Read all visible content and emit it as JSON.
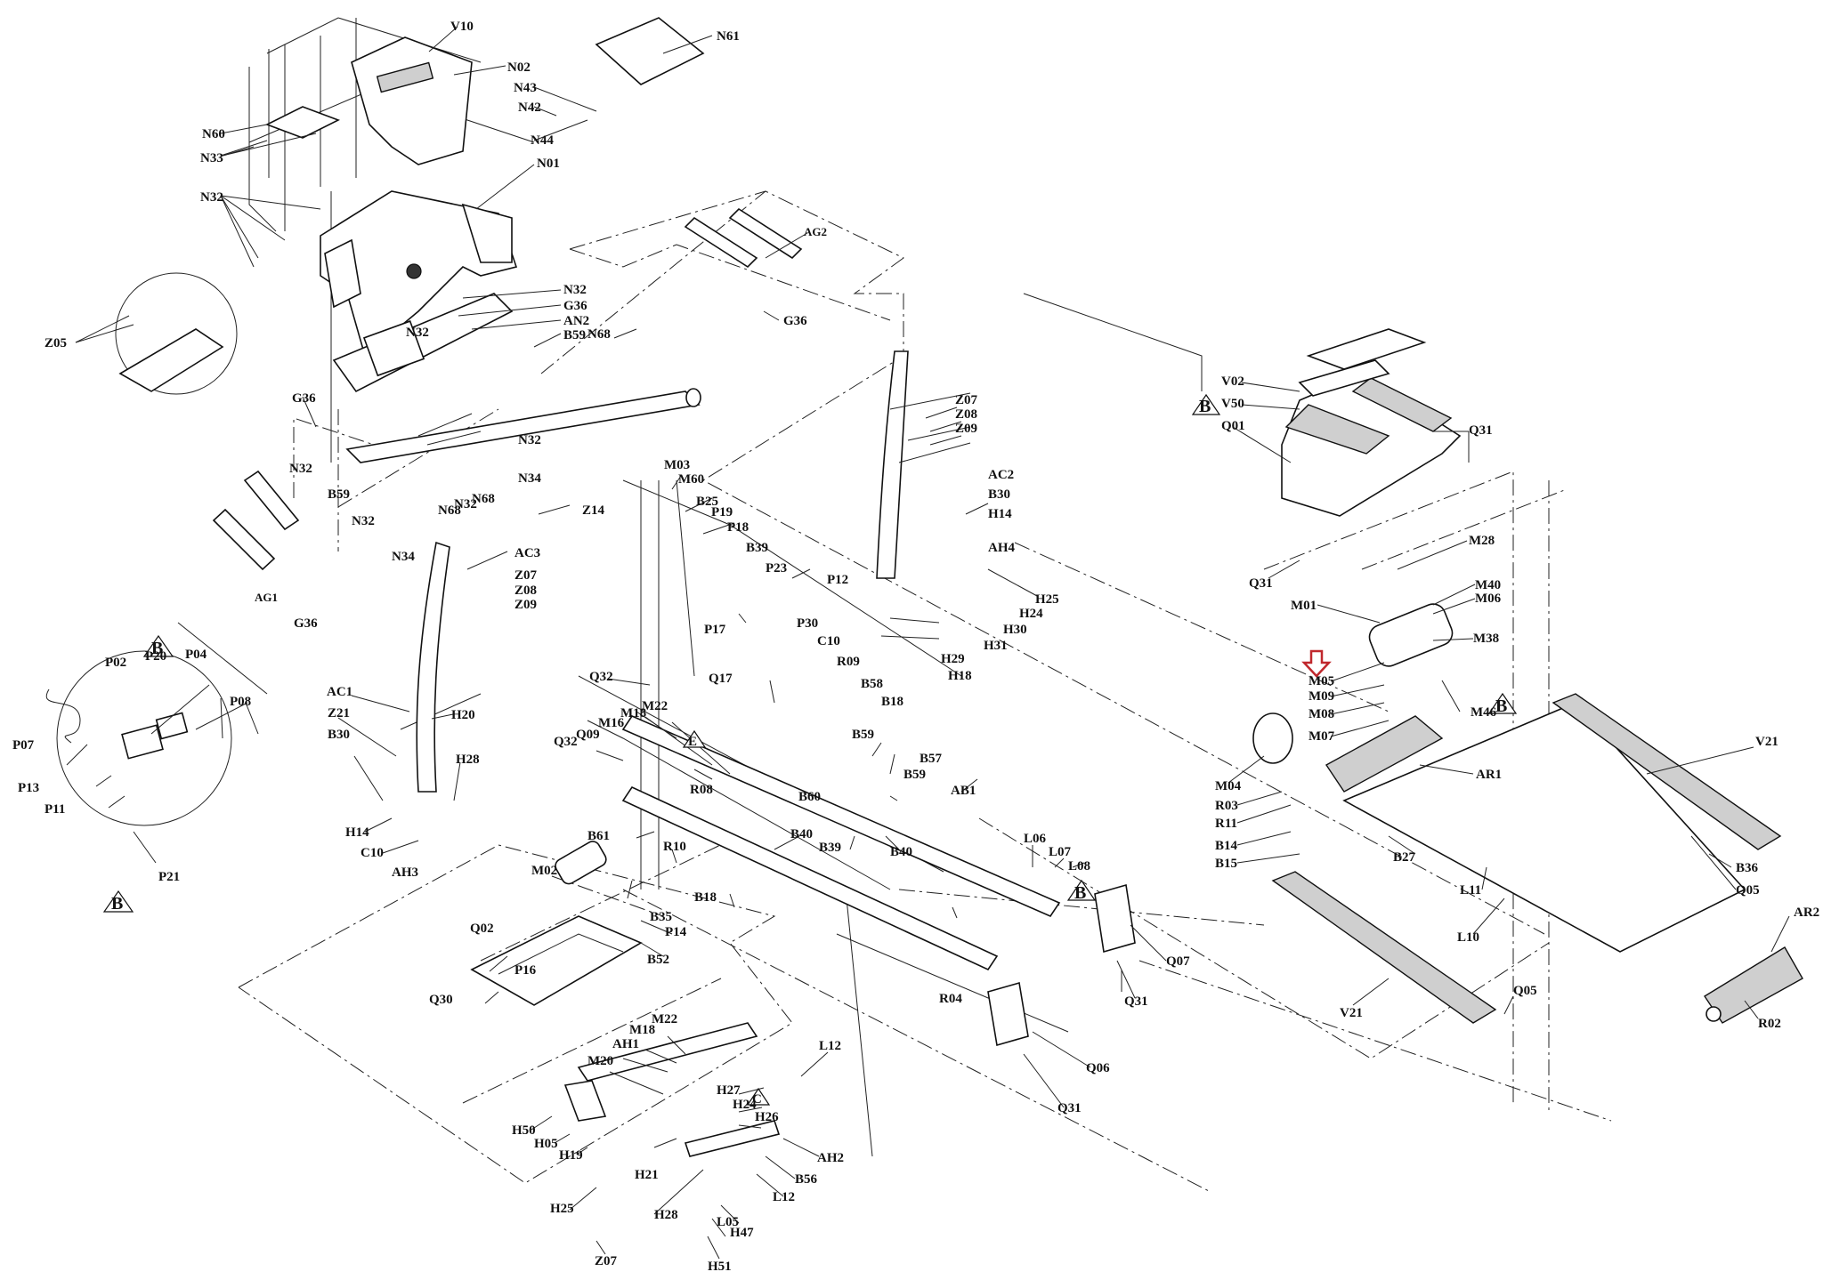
{
  "labels": [
    {
      "id": "V10",
      "text": "V10"
    },
    {
      "id": "N02",
      "text": "N02"
    },
    {
      "id": "N61",
      "text": "N61"
    },
    {
      "id": "N43",
      "text": "N43"
    },
    {
      "id": "N42",
      "text": "N42"
    },
    {
      "id": "N44",
      "text": "N44"
    },
    {
      "id": "N60",
      "text": "N60"
    },
    {
      "id": "N33",
      "text": "N33"
    },
    {
      "id": "N01",
      "text": "N01"
    },
    {
      "id": "N32a",
      "text": "N32"
    },
    {
      "id": "AG2",
      "text": "AG2"
    },
    {
      "id": "N32b",
      "text": "N32"
    },
    {
      "id": "G36a",
      "text": "G36"
    },
    {
      "id": "AN2",
      "text": "AN2"
    },
    {
      "id": "B59a",
      "text": "B59"
    },
    {
      "id": "N68a",
      "text": "N68"
    },
    {
      "id": "G36b",
      "text": "G36"
    },
    {
      "id": "Z05",
      "text": "Z05"
    },
    {
      "id": "N32c",
      "text": "N32"
    },
    {
      "id": "G36c",
      "text": "G36"
    },
    {
      "id": "N32d",
      "text": "N32"
    },
    {
      "id": "N32e",
      "text": "N32"
    },
    {
      "id": "B59b",
      "text": "B59"
    },
    {
      "id": "N32f",
      "text": "N32"
    },
    {
      "id": "N68b",
      "text": "N68"
    },
    {
      "id": "N32g",
      "text": "N32"
    },
    {
      "id": "N68c",
      "text": "N68"
    },
    {
      "id": "N34a",
      "text": "N34"
    },
    {
      "id": "N34b",
      "text": "N34"
    },
    {
      "id": "Z14",
      "text": "Z14"
    },
    {
      "id": "M03",
      "text": "M03"
    },
    {
      "id": "M60",
      "text": "M60"
    },
    {
      "id": "B25",
      "text": "B25"
    },
    {
      "id": "P19",
      "text": "P19"
    },
    {
      "id": "P18",
      "text": "P18"
    },
    {
      "id": "B39a",
      "text": "B39"
    },
    {
      "id": "P23",
      "text": "P23"
    },
    {
      "id": "P12",
      "text": "P12"
    },
    {
      "id": "P30",
      "text": "P30"
    },
    {
      "id": "P17",
      "text": "P17"
    },
    {
      "id": "C10a",
      "text": "C10"
    },
    {
      "id": "AG1",
      "text": "AG1"
    },
    {
      "id": "G36d",
      "text": "G36"
    },
    {
      "id": "AC3",
      "text": "AC3"
    },
    {
      "id": "Z07a",
      "text": "Z07"
    },
    {
      "id": "Z08a",
      "text": "Z08"
    },
    {
      "id": "Z09a",
      "text": "Z09"
    },
    {
      "id": "Z07b",
      "text": "Z07"
    },
    {
      "id": "Z08b",
      "text": "Z08"
    },
    {
      "id": "Z09b",
      "text": "Z09"
    },
    {
      "id": "AC2",
      "text": "AC2"
    },
    {
      "id": "B30a",
      "text": "B30"
    },
    {
      "id": "H14a",
      "text": "H14"
    },
    {
      "id": "AH4",
      "text": "AH4"
    },
    {
      "id": "H25a",
      "text": "H25"
    },
    {
      "id": "H24a",
      "text": "H24"
    },
    {
      "id": "H30",
      "text": "H30"
    },
    {
      "id": "H31",
      "text": "H31"
    },
    {
      "id": "H29",
      "text": "H29"
    },
    {
      "id": "H18",
      "text": "H18"
    },
    {
      "id": "AC1",
      "text": "AC1"
    },
    {
      "id": "Z21",
      "text": "Z21"
    },
    {
      "id": "B30b",
      "text": "B30"
    },
    {
      "id": "H20",
      "text": "H20"
    },
    {
      "id": "H28a",
      "text": "H28"
    },
    {
      "id": "H14b",
      "text": "H14"
    },
    {
      "id": "C10b",
      "text": "C10"
    },
    {
      "id": "AH3",
      "text": "AH3"
    },
    {
      "id": "P02",
      "text": "P02"
    },
    {
      "id": "P20",
      "text": "P20"
    },
    {
      "id": "P04",
      "text": "P04"
    },
    {
      "id": "P08",
      "text": "P08"
    },
    {
      "id": "P07",
      "text": "P07"
    },
    {
      "id": "P13",
      "text": "P13"
    },
    {
      "id": "P11",
      "text": "P11"
    },
    {
      "id": "P21",
      "text": "P21"
    },
    {
      "id": "Q32a",
      "text": "Q32"
    },
    {
      "id": "Q17",
      "text": "Q17"
    },
    {
      "id": "R09",
      "text": "R09"
    },
    {
      "id": "B58",
      "text": "B58"
    },
    {
      "id": "B18a",
      "text": "B18"
    },
    {
      "id": "Q09",
      "text": "Q09"
    },
    {
      "id": "Q32b",
      "text": "Q32"
    },
    {
      "id": "M16",
      "text": "M16"
    },
    {
      "id": "M18a",
      "text": "M18"
    },
    {
      "id": "M22a",
      "text": "M22"
    },
    {
      "id": "B59c",
      "text": "B59"
    },
    {
      "id": "B57",
      "text": "B57"
    },
    {
      "id": "B59d",
      "text": "B59"
    },
    {
      "id": "AB1",
      "text": "AB1"
    },
    {
      "id": "R08",
      "text": "R08"
    },
    {
      "id": "B60",
      "text": "B60"
    },
    {
      "id": "B61",
      "text": "B61"
    },
    {
      "id": "R10",
      "text": "R10"
    },
    {
      "id": "B40a",
      "text": "B40"
    },
    {
      "id": "B39b",
      "text": "B39"
    },
    {
      "id": "B40b",
      "text": "B40"
    },
    {
      "id": "L06",
      "text": "L06"
    },
    {
      "id": "L07",
      "text": "L07"
    },
    {
      "id": "L08",
      "text": "L08"
    },
    {
      "id": "M02",
      "text": "M02"
    },
    {
      "id": "B18b",
      "text": "B18"
    },
    {
      "id": "P14",
      "text": "P14"
    },
    {
      "id": "B35",
      "text": "B35"
    },
    {
      "id": "B52",
      "text": "B52"
    },
    {
      "id": "Q02",
      "text": "Q02"
    },
    {
      "id": "P16",
      "text": "P16"
    },
    {
      "id": "Q30",
      "text": "Q30"
    },
    {
      "id": "R04",
      "text": "R04"
    },
    {
      "id": "Q07",
      "text": "Q07"
    },
    {
      "id": "Q31a",
      "text": "Q31"
    },
    {
      "id": "Q06",
      "text": "Q06"
    },
    {
      "id": "Q31b",
      "text": "Q31"
    },
    {
      "id": "M18b",
      "text": "M18"
    },
    {
      "id": "M22b",
      "text": "M22"
    },
    {
      "id": "AH1",
      "text": "AH1"
    },
    {
      "id": "M20",
      "text": "M20"
    },
    {
      "id": "L12a",
      "text": "L12"
    },
    {
      "id": "H27",
      "text": "H27"
    },
    {
      "id": "H24b",
      "text": "H24"
    },
    {
      "id": "H26",
      "text": "H26"
    },
    {
      "id": "H50",
      "text": "H50"
    },
    {
      "id": "H05",
      "text": "H05"
    },
    {
      "id": "H19",
      "text": "H19"
    },
    {
      "id": "H21",
      "text": "H21"
    },
    {
      "id": "AH2",
      "text": "AH2"
    },
    {
      "id": "B56",
      "text": "B56"
    },
    {
      "id": "L12b",
      "text": "L12"
    },
    {
      "id": "H28b",
      "text": "H28"
    },
    {
      "id": "H25b",
      "text": "H25"
    },
    {
      "id": "Z07c",
      "text": "Z07"
    },
    {
      "id": "H47",
      "text": "H47"
    },
    {
      "id": "L05",
      "text": "L05"
    },
    {
      "id": "H51",
      "text": "H51"
    },
    {
      "id": "V02",
      "text": "V02"
    },
    {
      "id": "V50",
      "text": "V50"
    },
    {
      "id": "Q01",
      "text": "Q01"
    },
    {
      "id": "Q31c",
      "text": "Q31"
    },
    {
      "id": "Q31d",
      "text": "Q31"
    },
    {
      "id": "M28",
      "text": "M28"
    },
    {
      "id": "M01",
      "text": "M01"
    },
    {
      "id": "M40",
      "text": "M40"
    },
    {
      "id": "M06",
      "text": "M06"
    },
    {
      "id": "M38",
      "text": "M38"
    },
    {
      "id": "M05",
      "text": "M05"
    },
    {
      "id": "M09",
      "text": "M09"
    },
    {
      "id": "M08",
      "text": "M08"
    },
    {
      "id": "M07",
      "text": "M07"
    },
    {
      "id": "M46",
      "text": "M46"
    },
    {
      "id": "M04",
      "text": "M04"
    },
    {
      "id": "R03",
      "text": "R03"
    },
    {
      "id": "R11",
      "text": "R11"
    },
    {
      "id": "B14",
      "text": "B14"
    },
    {
      "id": "B15",
      "text": "B15"
    },
    {
      "id": "AR1",
      "text": "AR1"
    },
    {
      "id": "B27",
      "text": "B27"
    },
    {
      "id": "L11",
      "text": "L11"
    },
    {
      "id": "L10",
      "text": "L10"
    },
    {
      "id": "V21a",
      "text": "V21"
    },
    {
      "id": "Q05a",
      "text": "Q05"
    },
    {
      "id": "B36",
      "text": "B36"
    },
    {
      "id": "AR2",
      "text": "AR2"
    },
    {
      "id": "R02",
      "text": "R02"
    },
    {
      "id": "Q05b",
      "text": "Q05"
    },
    {
      "id": "V21b",
      "text": "V21"
    }
  ],
  "markers": [
    {
      "id": "mB1",
      "text": "B"
    },
    {
      "id": "mB2",
      "text": "B"
    },
    {
      "id": "mB3",
      "text": "B"
    },
    {
      "id": "mB4",
      "text": "B"
    },
    {
      "id": "mB5",
      "text": "B"
    },
    {
      "id": "mE",
      "text": "E"
    },
    {
      "id": "mC",
      "text": "C"
    }
  ]
}
